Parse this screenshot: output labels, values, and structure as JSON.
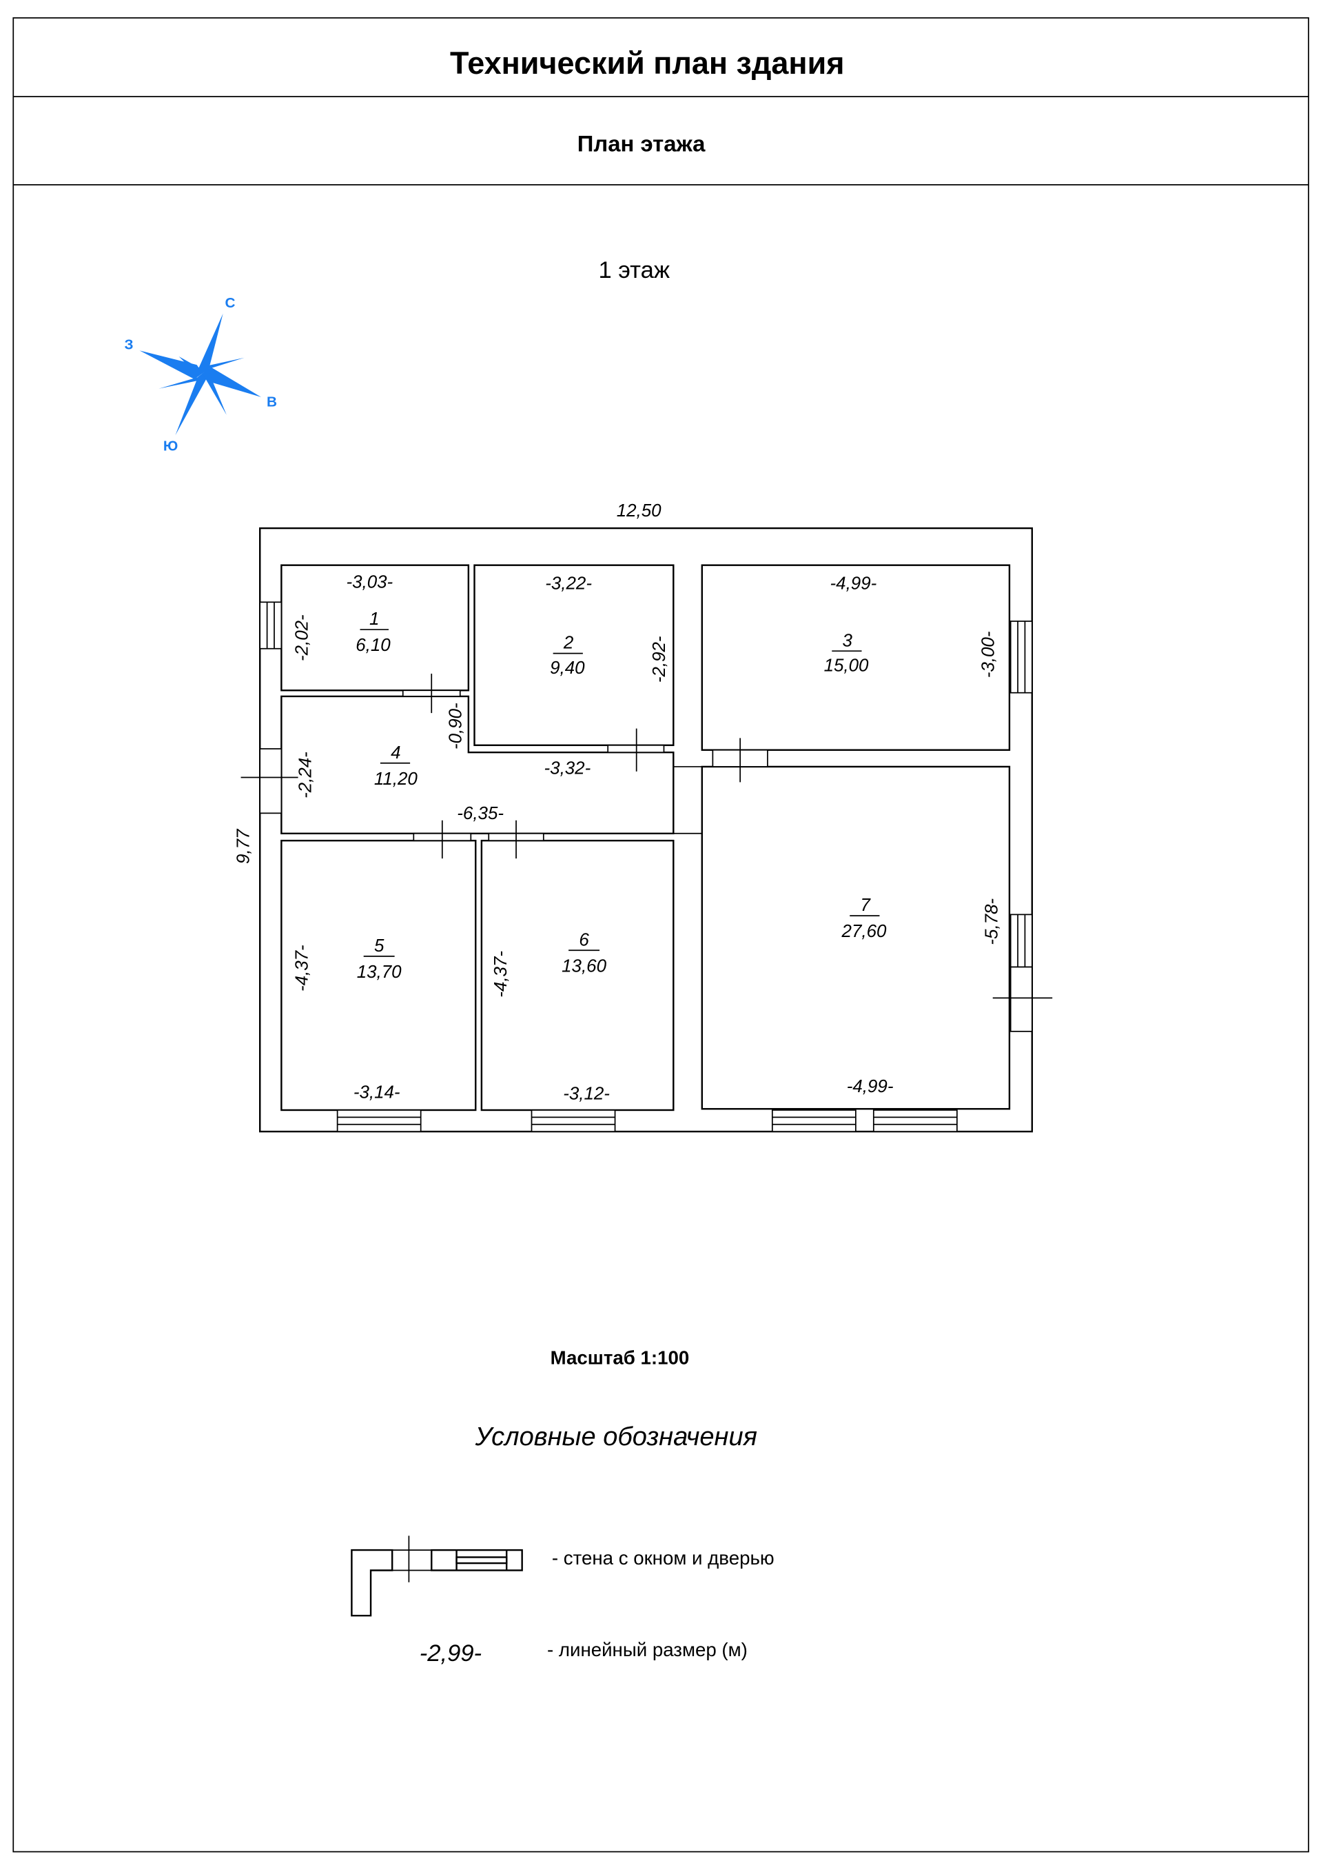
{
  "header": {
    "title": "Технический план здания",
    "subtitle": "План этажа"
  },
  "floor": {
    "label": "1 этаж"
  },
  "compass": {
    "north": "С",
    "west": "З",
    "east": "В",
    "south": "Ю",
    "color": "#1a7df0"
  },
  "plan": {
    "overall_width": "12,50",
    "overall_depth": "9,77",
    "rooms": [
      {
        "number": "1",
        "area": "6,10",
        "dims": [
          "-3,03-",
          "-2,02-"
        ]
      },
      {
        "number": "2",
        "area": "9,40",
        "dims": [
          "-3,22-",
          "-2,92-"
        ]
      },
      {
        "number": "3",
        "area": "15,00",
        "dims": [
          "-4,99-",
          "-3,00-"
        ]
      },
      {
        "number": "4",
        "area": "11,20",
        "dims": [
          "-2,24-",
          "-0,90-",
          "-3,32-",
          "-6,35-"
        ]
      },
      {
        "number": "5",
        "area": "13,70",
        "dims": [
          "-4,37-",
          "-3,14-"
        ]
      },
      {
        "number": "6",
        "area": "13,60",
        "dims": [
          "-4,37-",
          "-3,12-"
        ]
      },
      {
        "number": "7",
        "area": "27,60",
        "dims": [
          "-5,78-",
          "-4,99-"
        ]
      }
    ]
  },
  "scale": "Масштаб 1:100",
  "legend": {
    "title": "Условные обозначения",
    "wall_desc": "- стена с окном и дверью",
    "dim_example": "-2,99-",
    "dim_desc": "- линейный размер (м)"
  }
}
